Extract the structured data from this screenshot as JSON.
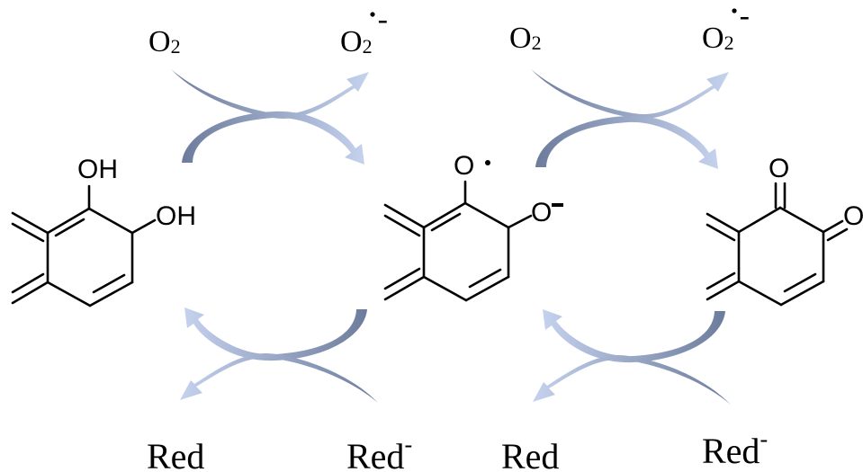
{
  "cycle_1": {
    "top_left": {
      "base": "O",
      "sub": "2"
    },
    "top_right": {
      "base": "O",
      "sub": "2",
      "sup": "-"
    },
    "bottom_left": "Red",
    "bottom_right": {
      "base": "Red",
      "sup": "-"
    }
  },
  "cycle_2": {
    "top_left": {
      "base": "O",
      "sub": "2"
    },
    "top_right": {
      "base": "O",
      "sub": "2",
      "sup": "-"
    },
    "bottom_left": "Red",
    "bottom_right": {
      "base": "Red",
      "sup": "-"
    }
  },
  "molecule_catechol": {
    "oh_top": "OH",
    "oh_right": "OH"
  },
  "molecule_semiquinone": {
    "o_top": "O",
    "o_right": "O"
  },
  "molecule_quinone": {
    "o_top": "O",
    "o_right": "O"
  },
  "colors": {
    "arrow_dark": "#6d7c9c",
    "arrow_light": "#c4d2ee"
  }
}
